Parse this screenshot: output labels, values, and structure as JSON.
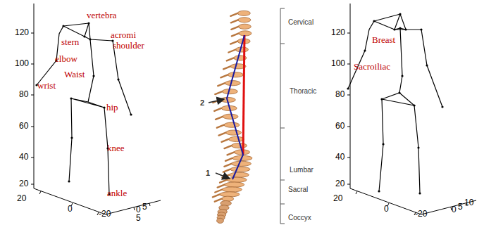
{
  "diagram": {
    "labels": [
      "120",
      "100",
      "80",
      "60",
      "40",
      "20",
      "20",
      "0",
      "-20",
      "0",
      "5",
      "5",
      "vertebra",
      "stern",
      "acromi",
      "shoulder",
      "elbow",
      "Waist",
      "wrist",
      "hip",
      "knee",
      "ankle",
      "Cervical",
      "Thoracic",
      "Lumbar",
      "Sacral",
      "Coccyx",
      "2",
      "1",
      "120",
      "100",
      "80",
      "60",
      "40",
      "20",
      "20",
      "0",
      "-20",
      "0",
      "5",
      "10",
      "Breast",
      "Sacroiliac"
    ]
  }
}
